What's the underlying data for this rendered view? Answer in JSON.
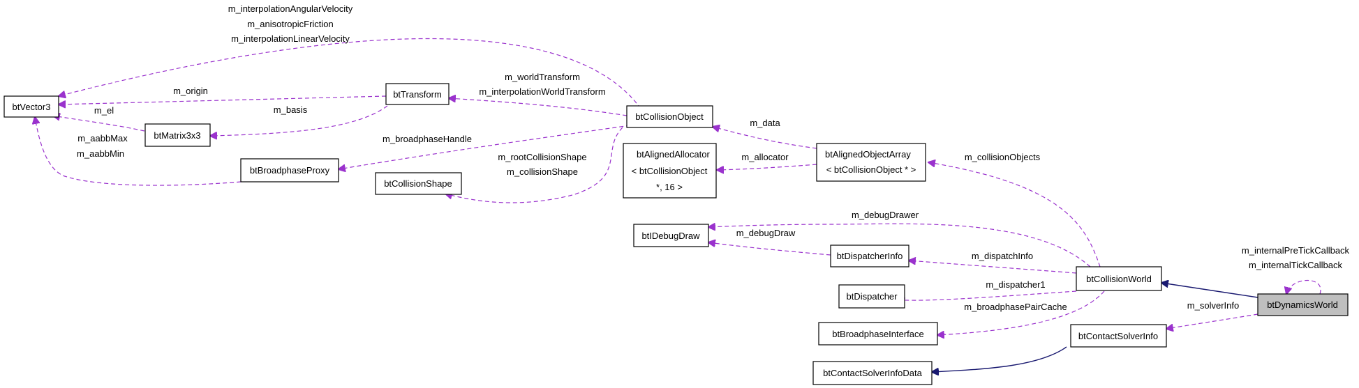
{
  "nodes": {
    "btVector3": {
      "label": [
        "btVector3"
      ],
      "highlight": false
    },
    "btTransform": {
      "label": [
        "btTransform"
      ],
      "highlight": false
    },
    "btMatrix3x3": {
      "label": [
        "btMatrix3x3"
      ],
      "highlight": false
    },
    "btBroadphaseProxy": {
      "label": [
        "btBroadphaseProxy"
      ],
      "highlight": false
    },
    "btCollisionShape": {
      "label": [
        "btCollisionShape"
      ],
      "highlight": false
    },
    "btCollisionObject": {
      "label": [
        "btCollisionObject"
      ],
      "highlight": false
    },
    "btAlignedAllocator": {
      "label": [
        "btAlignedAllocator",
        "< btCollisionObject",
        "*, 16 >"
      ],
      "highlight": false
    },
    "btAlignedObjectArray": {
      "label": [
        "btAlignedObjectArray",
        "< btCollisionObject * >"
      ],
      "highlight": false
    },
    "btIDebugDraw": {
      "label": [
        "btIDebugDraw"
      ],
      "highlight": false
    },
    "btDispatcherInfo": {
      "label": [
        "btDispatcherInfo"
      ],
      "highlight": false
    },
    "btDispatcher": {
      "label": [
        "btDispatcher"
      ],
      "highlight": false
    },
    "btBroadphaseInterface": {
      "label": [
        "btBroadphaseInterface"
      ],
      "highlight": false
    },
    "btCollisionWorld": {
      "label": [
        "btCollisionWorld"
      ],
      "highlight": false
    },
    "btContactSolverInfo": {
      "label": [
        "btContactSolverInfo"
      ],
      "highlight": false
    },
    "btContactSolverInfoData": {
      "label": [
        "btContactSolverInfoData"
      ],
      "highlight": false
    },
    "btDynamicsWorld": {
      "label": [
        "btDynamicsWorld"
      ],
      "highlight": true
    }
  },
  "edges": [
    {
      "id": "co-vec",
      "from": "btCollisionObject",
      "to": "btVector3",
      "kind": "use",
      "labels": [
        "m_interpolationAngularVelocity",
        "m_anisotropicFriction",
        "m_interpolationLinearVelocity"
      ]
    },
    {
      "id": "tr-vec",
      "from": "btTransform",
      "to": "btVector3",
      "kind": "use",
      "labels": [
        "m_origin"
      ]
    },
    {
      "id": "mat-vec",
      "from": "btMatrix3x3",
      "to": "btVector3",
      "kind": "use",
      "labels": [
        "m_el"
      ]
    },
    {
      "id": "bp-vec",
      "from": "btBroadphaseProxy",
      "to": "btVector3",
      "kind": "use",
      "labels": [
        "m_aabbMax",
        "m_aabbMin"
      ]
    },
    {
      "id": "tr-mat",
      "from": "btTransform",
      "to": "btMatrix3x3",
      "kind": "use",
      "labels": [
        "m_basis"
      ]
    },
    {
      "id": "co-tr",
      "from": "btCollisionObject",
      "to": "btTransform",
      "kind": "use",
      "labels": [
        "m_worldTransform",
        "m_interpolationWorldTransform"
      ]
    },
    {
      "id": "co-bp",
      "from": "btCollisionObject",
      "to": "btBroadphaseProxy",
      "kind": "use",
      "labels": [
        "m_broadphaseHandle"
      ]
    },
    {
      "id": "co-cs",
      "from": "btCollisionObject",
      "to": "btCollisionShape",
      "kind": "use",
      "labels": [
        "m_rootCollisionShape",
        "m_collisionShape"
      ]
    },
    {
      "id": "arr-co",
      "from": "btAlignedObjectArray",
      "to": "btCollisionObject",
      "kind": "use",
      "labels": [
        "m_data"
      ]
    },
    {
      "id": "arr-alloc",
      "from": "btAlignedObjectArray",
      "to": "btAlignedAllocator",
      "kind": "use",
      "labels": [
        "m_allocator"
      ]
    },
    {
      "id": "cw-arr",
      "from": "btCollisionWorld",
      "to": "btAlignedObjectArray",
      "kind": "use",
      "labels": [
        "m_collisionObjects"
      ]
    },
    {
      "id": "cw-dd",
      "from": "btCollisionWorld",
      "to": "btIDebugDraw",
      "kind": "use",
      "labels": [
        "m_debugDrawer"
      ]
    },
    {
      "id": "di-dd",
      "from": "btDispatcherInfo",
      "to": "btIDebugDraw",
      "kind": "use",
      "labels": [
        "m_debugDraw"
      ]
    },
    {
      "id": "cw-di",
      "from": "btCollisionWorld",
      "to": "btDispatcherInfo",
      "kind": "use",
      "labels": [
        "m_dispatchInfo"
      ]
    },
    {
      "id": "cw-disp",
      "from": "btCollisionWorld",
      "to": "btDispatcher",
      "kind": "use",
      "labels": [
        "m_dispatcher1"
      ]
    },
    {
      "id": "cw-bpi",
      "from": "btCollisionWorld",
      "to": "btBroadphaseInterface",
      "kind": "use",
      "labels": [
        "m_broadphasePairCache"
      ]
    },
    {
      "id": "dw-cw",
      "from": "btDynamicsWorld",
      "to": "btCollisionWorld",
      "kind": "inherit",
      "labels": []
    },
    {
      "id": "dw-csi",
      "from": "btDynamicsWorld",
      "to": "btContactSolverInfo",
      "kind": "use",
      "labels": [
        "m_solverInfo"
      ]
    },
    {
      "id": "dw-self",
      "from": "btDynamicsWorld",
      "to": "btDynamicsWorld",
      "kind": "use",
      "labels": [
        "m_internalPreTickCallback",
        "m_internalTickCallback"
      ]
    },
    {
      "id": "csi-csid",
      "from": "btContactSolverInfo",
      "to": "btContactSolverInfoData",
      "kind": "inherit",
      "labels": []
    }
  ]
}
